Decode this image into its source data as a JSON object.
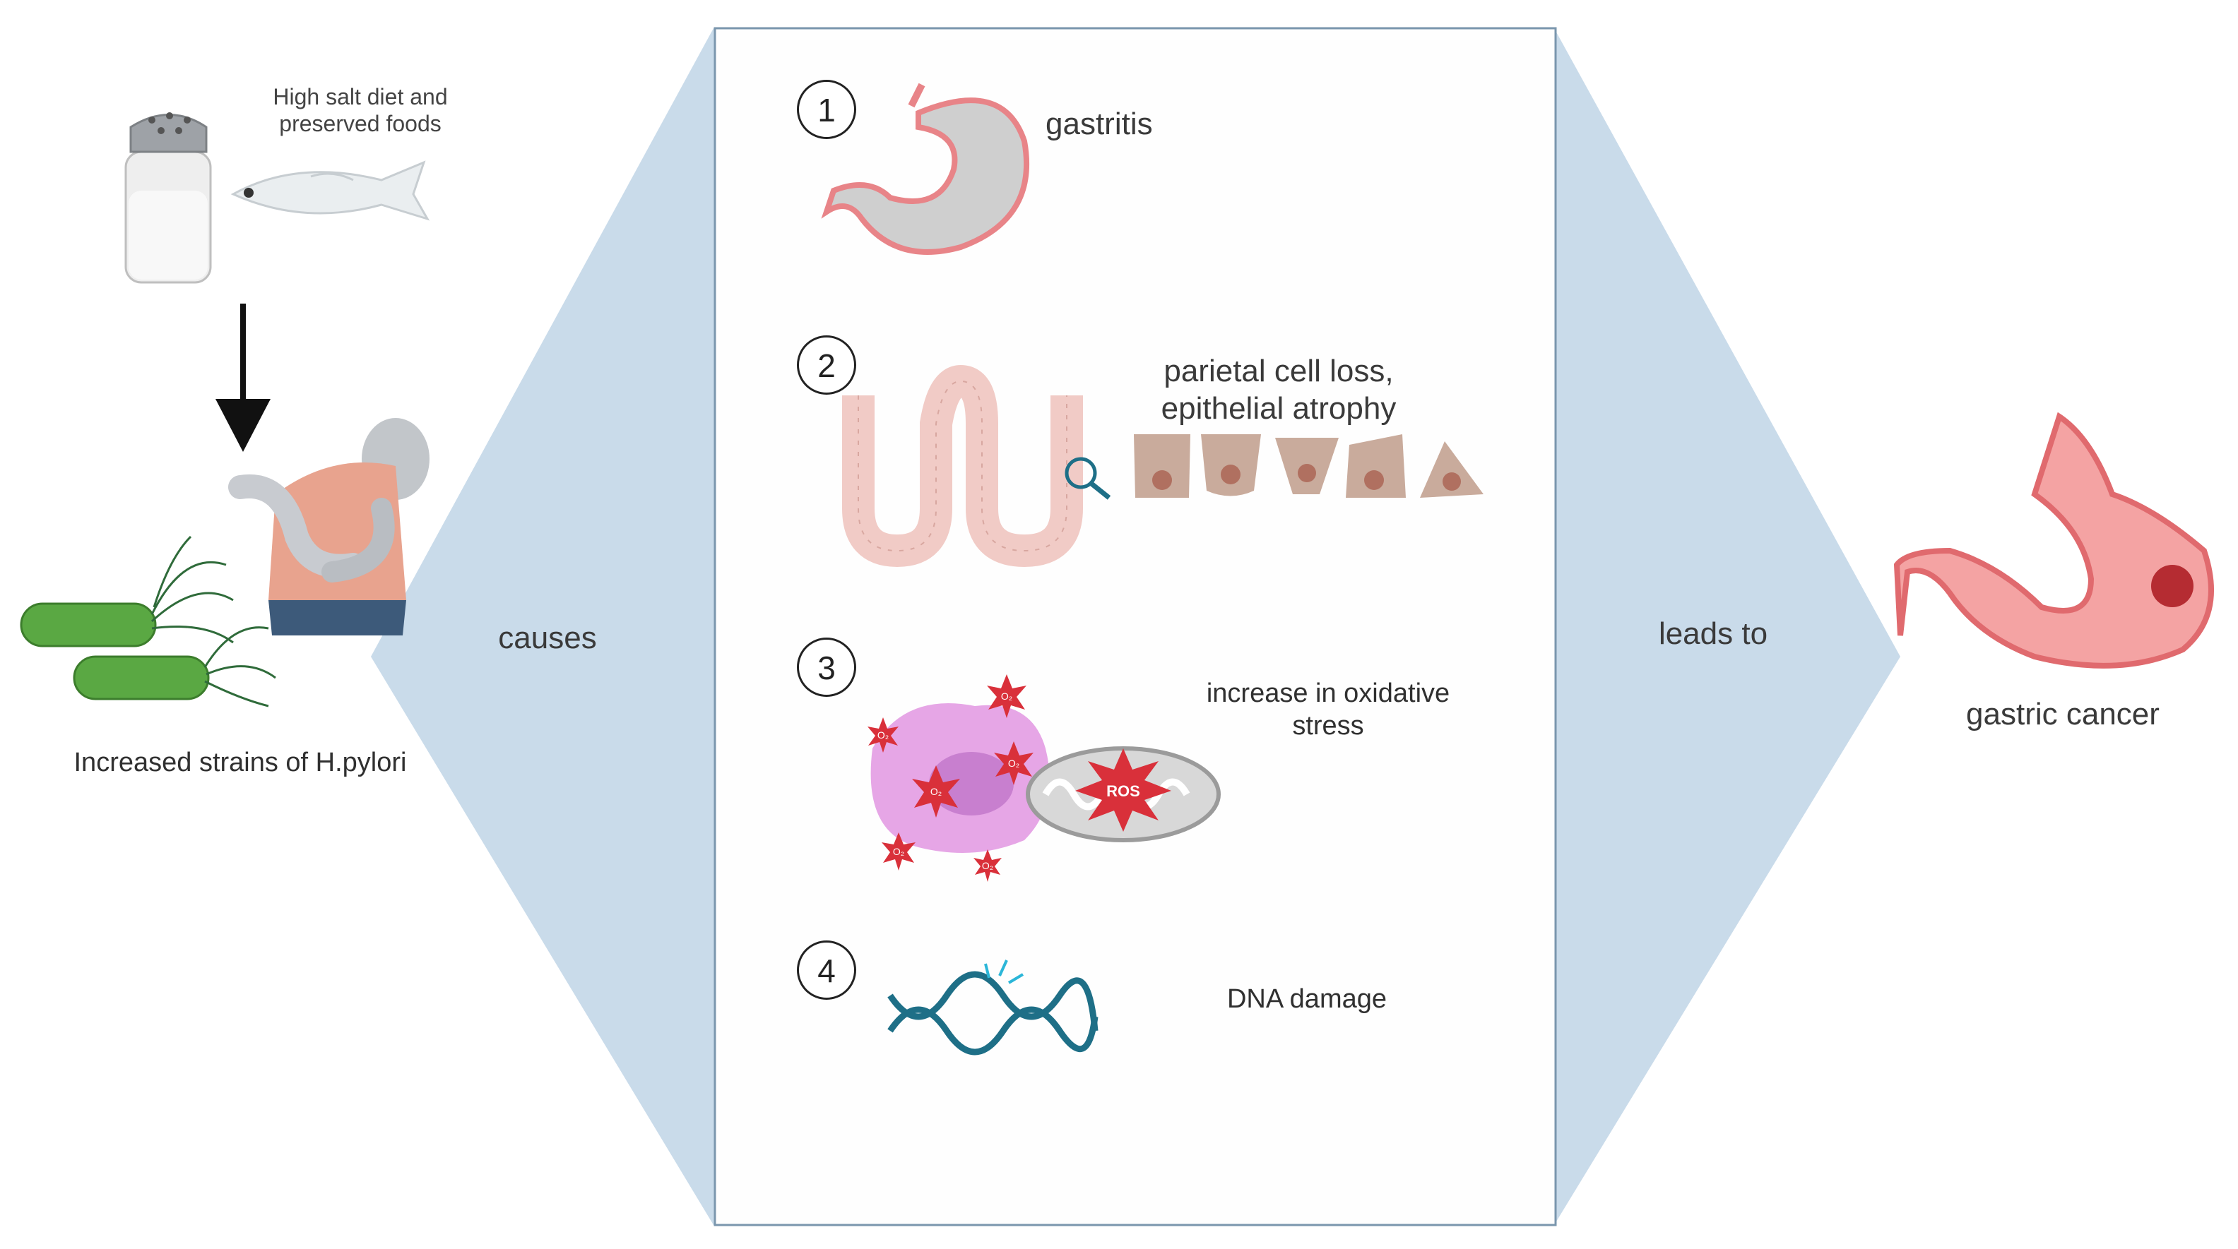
{
  "inputs": {
    "diet_label_line1": "High salt diet and",
    "diet_label_line2": "preserved foods",
    "hpylori_label": "Increased strains of H.pylori"
  },
  "connectors": {
    "causes": "causes",
    "leads_to": "leads to"
  },
  "steps": [
    {
      "number": "1",
      "label": "gastritis"
    },
    {
      "number": "2",
      "label_line1": "parietal cell loss,",
      "label_line2": "epithelial atrophy"
    },
    {
      "number": "3",
      "label_line1": "increase in oxidative",
      "label_line2": "stress",
      "ros_text": "ROS",
      "o2_text": "O₂"
    },
    {
      "number": "4",
      "label": "DNA damage"
    }
  ],
  "outcome": {
    "label": "gastric cancer"
  },
  "colors": {
    "hexagon": "#c9dbea",
    "panel_border": "#7a96ad",
    "stomach": "#f08a8c",
    "bacteria": "#5aa843",
    "cell": "#c9ab9c",
    "ros_star": "#d9303a",
    "macrophage": "#e6a6e6",
    "dna": "#1e6f87"
  }
}
